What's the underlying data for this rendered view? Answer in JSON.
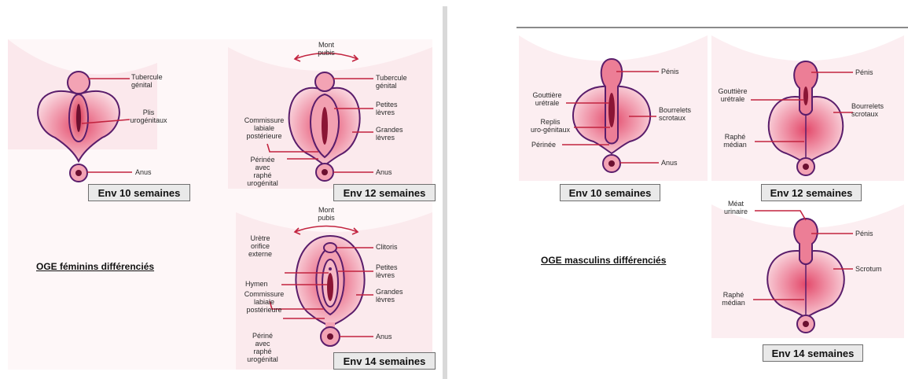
{
  "female": {
    "title": "OGE féminins différenciés",
    "stage10": {
      "box": "Env 10 semaines",
      "labels": {
        "tubercule": "Tubercule\ngénital",
        "plis": "Plis\nurogénitaux",
        "anus": "Anus"
      }
    },
    "stage12": {
      "box": "Env 12 semaines",
      "labels": {
        "mont": "Mont\npubis",
        "tubercule": "Tubercule\ngénital",
        "petites": "Petites\nlèvres",
        "grandes": "Grandes\nlèvres",
        "commissure": "Commissure\nlabiale\npostérieure",
        "perinee": "Périnée\navec\nraphé\nurogénital",
        "anus": "Anus"
      }
    },
    "stage14": {
      "box": "Env 14 semaines",
      "labels": {
        "mont": "Mont\npubis",
        "uretre": "Urètre\norifice\nexterne",
        "clitoris": "Clitoris",
        "petites": "Petites\nlèvres",
        "hymen": "Hymen",
        "grandes": "Grandes\nlèvres",
        "commissure": "Commissure\nlabiale\npostérieure",
        "perinee": "Périné\navec\nraphé\nurogénital",
        "anus": "Anus"
      }
    }
  },
  "male": {
    "title": "OGE masculins différenciés",
    "stage10": {
      "box": "Env 10 semaines",
      "labels": {
        "penis": "Pénis",
        "gouttiere": "Gouttière\nurétrale",
        "bourrelets": "Bourrelets\nscrotaux",
        "replis": "Replis\nuro-génitaux",
        "perinee": "Périnée",
        "anus": "Anus"
      }
    },
    "stage12": {
      "box": "Env 12 semaines",
      "labels": {
        "penis": "Pénis",
        "gouttiere": "Gouttière\nurétrale",
        "bourrelets": "Bourrelets\nscrotaux",
        "raphe": "Raphé\nmédian"
      }
    },
    "stage14": {
      "box": "Env 14 semaines",
      "labels": {
        "meat": "Méat\nurinaire",
        "penis": "Pénis",
        "scrotum": "Scrotum",
        "raphe": "Raphé\nmédian"
      }
    }
  },
  "colors": {
    "outline": "#5a1d6b",
    "leader": "#c2233f",
    "tissue": "#f0a3b4",
    "bg_pink": "#fbe7eb",
    "box_bg": "#e9e9e9"
  }
}
